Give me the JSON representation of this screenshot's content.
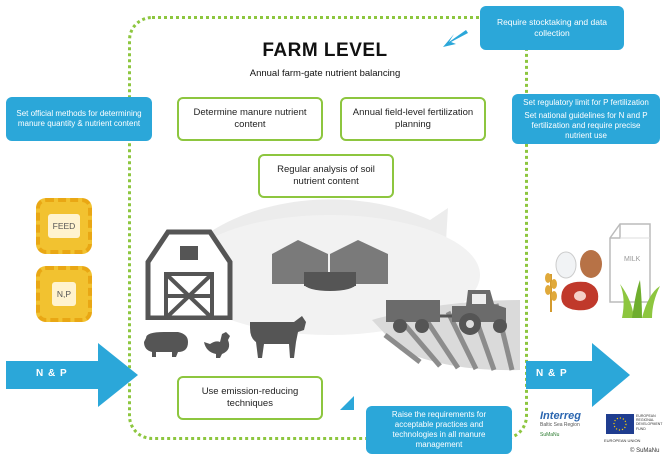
{
  "header": {
    "title": "FARM LEVEL",
    "subtitle": "Annual farm-gate nutrient balancing"
  },
  "inner_boxes": {
    "manure": "Determine manure nutrient content",
    "field_planning": "Annual field-level fertilization planning",
    "soil": "Regular analysis of soil nutrient content",
    "emission": "Use emission-reducing techniques"
  },
  "outer_boxes": {
    "stocktaking": "Require stocktaking and data collection",
    "official_methods": "Set official methods for determining manure quantity & nutrient content",
    "regulatory_1": "Set regulatory limit for P fertilization",
    "regulatory_2": "Set national guidelines for N and P fertilization and require precise nutrient use",
    "requirements": "Raise the requirements for acceptable practices and technologies in all manure management"
  },
  "inputs": {
    "feed": "FEED",
    "np_sack": "N,P",
    "arrow_in": "N & P"
  },
  "outputs": {
    "arrow_out": "N & P",
    "milk": "MILK"
  },
  "logos": {
    "interreg": "Interreg",
    "interreg_sub": "Baltic Sea Region",
    "sumanu": "SuMaNu",
    "eu": "EUROPEAN UNION",
    "eu_fund": "EUROPEAN REGIONAL DEVELOPMENT FUND",
    "copyright": "© SuMaNu"
  },
  "colors": {
    "green": "#8dc63f",
    "blue": "#2ba7d9",
    "sack": "#f2c230",
    "machine": "#6b6b6b"
  }
}
